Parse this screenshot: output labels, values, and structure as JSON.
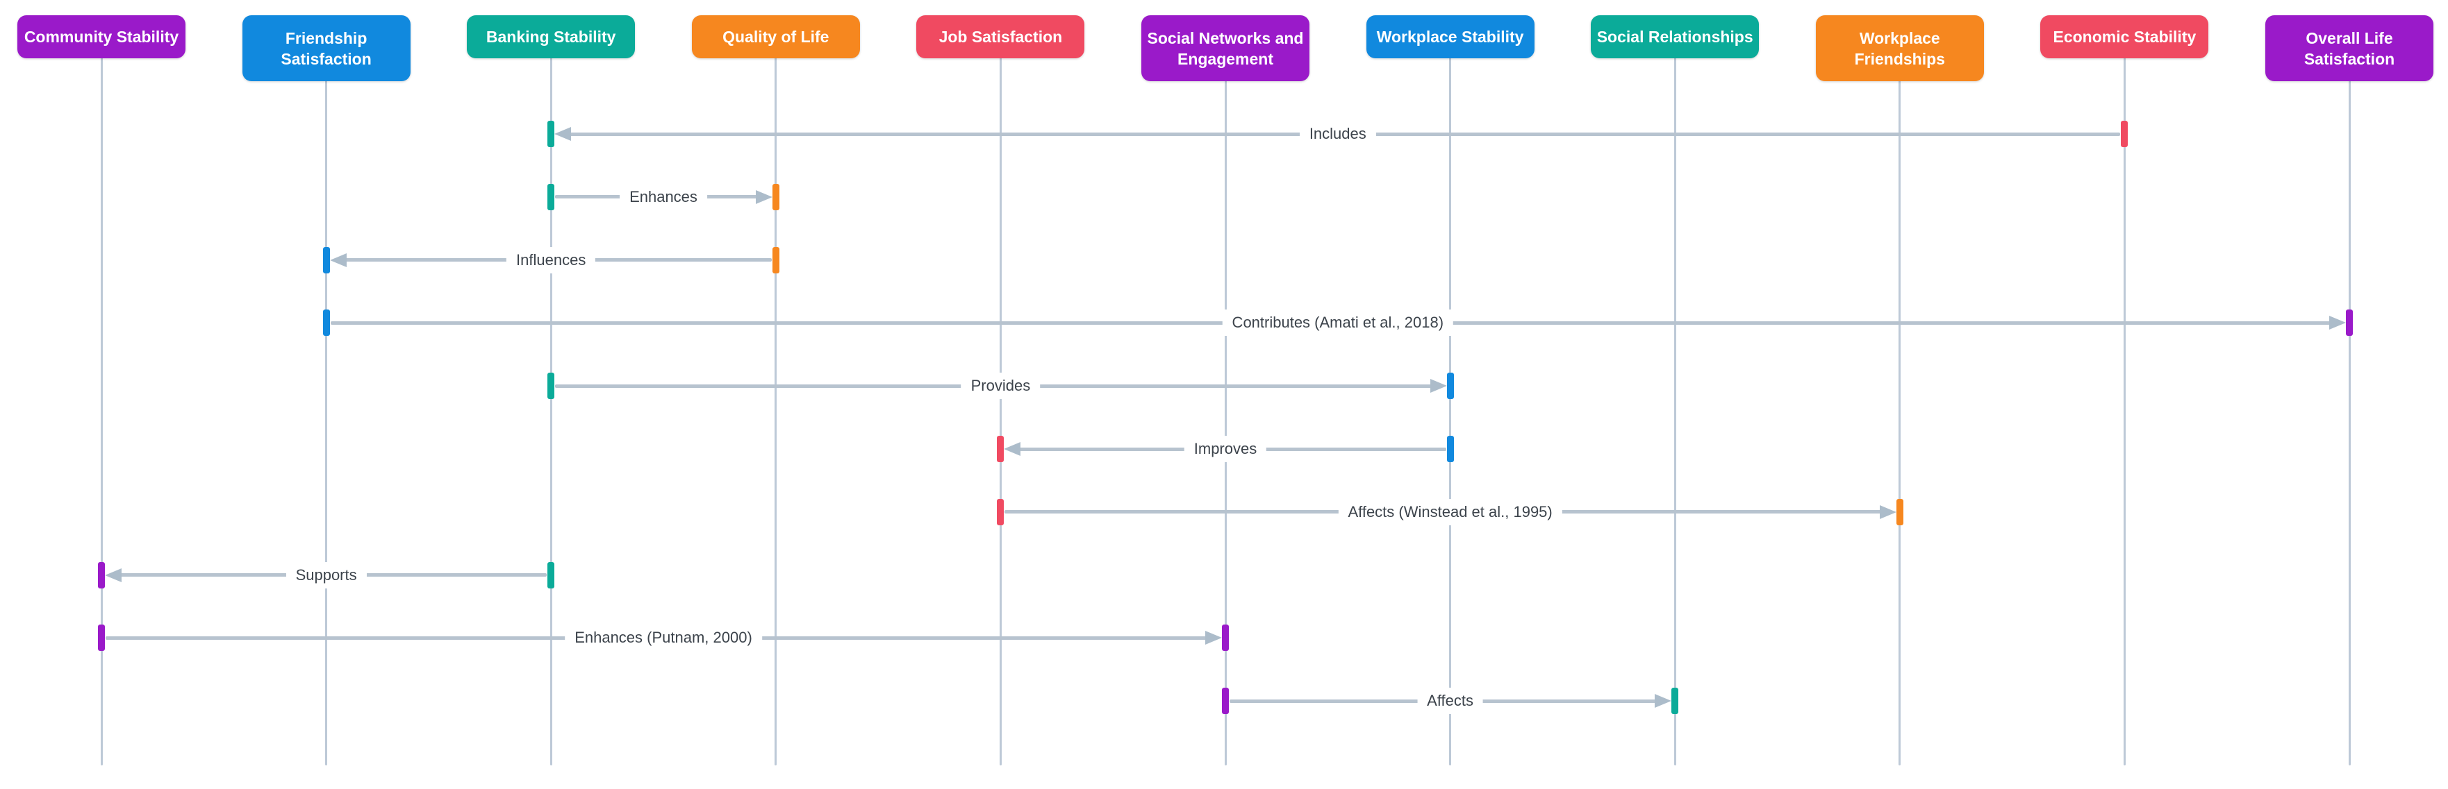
{
  "diagram": {
    "type": "sequence-diagram",
    "background": "#ffffff",
    "palette": {
      "purple": "#9A1AC9",
      "blue": "#1189DE",
      "teal": "#0BAB99",
      "orange": "#F6871F",
      "red": "#F04A61",
      "lifeline": "#BDC9D7",
      "arrow_line": "#B7C3CF",
      "arrow_head": "#ACBCCA",
      "label_text": "#3C434B"
    },
    "actors": [
      {
        "id": "community-stability",
        "lines": [
          "Community Stability"
        ],
        "color": "purple"
      },
      {
        "id": "friendship-satisfaction",
        "lines": [
          "Friendship",
          "Satisfaction"
        ],
        "color": "blue"
      },
      {
        "id": "banking-stability",
        "lines": [
          "Banking Stability"
        ],
        "color": "teal"
      },
      {
        "id": "quality-of-life",
        "lines": [
          "Quality of Life"
        ],
        "color": "orange"
      },
      {
        "id": "job-satisfaction",
        "lines": [
          "Job Satisfaction"
        ],
        "color": "red"
      },
      {
        "id": "social-networks-and-engagement",
        "lines": [
          "Social Networks and",
          "Engagement"
        ],
        "color": "purple"
      },
      {
        "id": "workplace-stability",
        "lines": [
          "Workplace Stability"
        ],
        "color": "blue"
      },
      {
        "id": "social-relationships",
        "lines": [
          "Social Relationships"
        ],
        "color": "teal"
      },
      {
        "id": "workplace-friendships",
        "lines": [
          "Workplace",
          "Friendships"
        ],
        "color": "orange"
      },
      {
        "id": "economic-stability",
        "lines": [
          "Economic Stability"
        ],
        "color": "red"
      },
      {
        "id": "overall-life-satisfaction",
        "lines": [
          "Overall Life",
          "Satisfaction"
        ],
        "color": "purple"
      }
    ],
    "messages": [
      {
        "label": "Includes",
        "from": "economic-stability",
        "to": "banking-stability"
      },
      {
        "label": "Enhances",
        "from": "banking-stability",
        "to": "quality-of-life"
      },
      {
        "label": "Influences",
        "from": "quality-of-life",
        "to": "friendship-satisfaction"
      },
      {
        "label": "Contributes (Amati et al., 2018)",
        "from": "friendship-satisfaction",
        "to": "overall-life-satisfaction"
      },
      {
        "label": "Provides",
        "from": "banking-stability",
        "to": "workplace-stability"
      },
      {
        "label": "Improves",
        "from": "workplace-stability",
        "to": "job-satisfaction"
      },
      {
        "label": "Affects (Winstead et al., 1995)",
        "from": "job-satisfaction",
        "to": "workplace-friendships"
      },
      {
        "label": "Supports",
        "from": "banking-stability",
        "to": "community-stability"
      },
      {
        "label": "Enhances (Putnam, 2000)",
        "from": "community-stability",
        "to": "social-networks-and-engagement"
      },
      {
        "label": "Affects",
        "from": "social-networks-and-engagement",
        "to": "social-relationships"
      }
    ]
  }
}
